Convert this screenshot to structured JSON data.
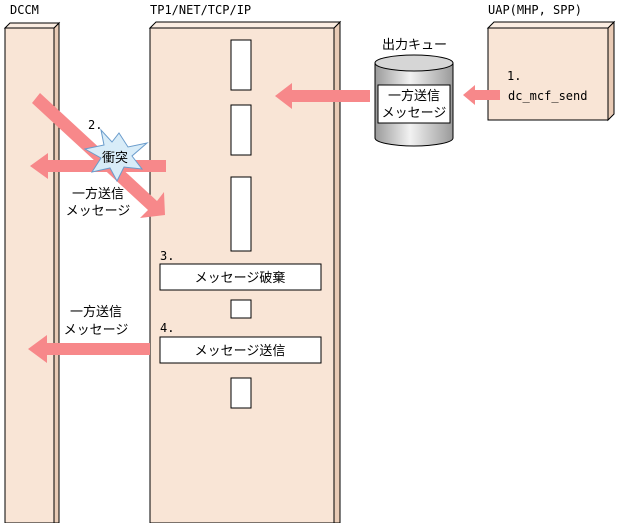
{
  "columns": {
    "dccm": "DCCM",
    "tp1": "TP1/NET/TCP/IP",
    "uap": "UAP(MHP, SPP)"
  },
  "queue": {
    "title": "出力キュー",
    "msg_line1": "一方送信",
    "msg_line2": "メッセージ"
  },
  "steps": {
    "s1": "1.",
    "s1_call": "dc_mcf_send",
    "s2": "2.",
    "s2_collision": "衝突",
    "s2_msg_line1": "一方送信",
    "s2_msg_line2": "メッセージ",
    "s3": "3.",
    "s3_box": "メッセージ破棄",
    "s4": "4.",
    "s4_box": "メッセージ送信",
    "s4_msg_line1": "一方送信",
    "s4_msg_line2": "メッセージ"
  },
  "colors": {
    "column_fill": "#f9e5d6",
    "arrow": "#f7888a",
    "burst": "#d8ecf8"
  }
}
